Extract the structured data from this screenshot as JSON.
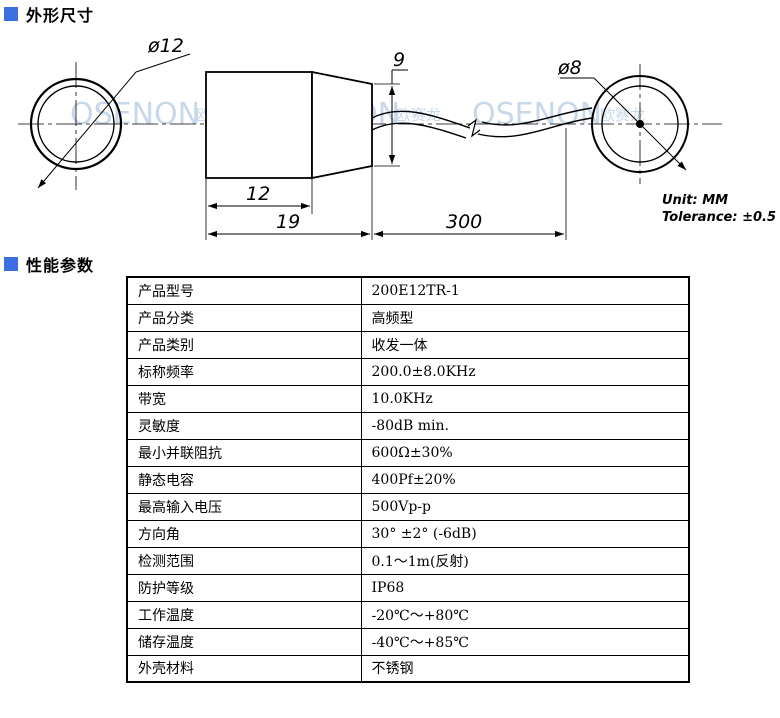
{
  "sections": {
    "dimensions_title": "外形尺寸",
    "performance_title": "性能参数"
  },
  "drawing": {
    "dia_front": "ø12",
    "dia_back": "ø8",
    "dim_9": "9",
    "dim_12": "12",
    "dim_19": "19",
    "dim_300": "300",
    "unit_note": "Unit: MM",
    "tolerance_note": "Tolerance: ±0.5",
    "watermark_brand": "OSENON",
    "watermark_cn": "欧赛龙"
  },
  "specs": [
    {
      "label": "产品型号",
      "value": "200E12TR-1"
    },
    {
      "label": "产品分类",
      "value": "高频型"
    },
    {
      "label": "产品类别",
      "value": "收发一体"
    },
    {
      "label": "标称频率",
      "value": "200.0±8.0KHz"
    },
    {
      "label": "带宽",
      "value": "10.0KHz"
    },
    {
      "label": "灵敏度",
      "value": "-80dB min."
    },
    {
      "label": "最小并联阻抗",
      "value": "600Ω±30%"
    },
    {
      "label": "静态电容",
      "value": "400Pf±20%"
    },
    {
      "label": "最高输入电压",
      "value": "500Vp-p"
    },
    {
      "label": "方向角",
      "value": "30° ±2° (-6dB)"
    },
    {
      "label": "检测范围",
      "value": "0.1～1m(反射)"
    },
    {
      "label": "防护等级",
      "value": "IP68"
    },
    {
      "label": "工作温度",
      "value": "-20℃～+80℃"
    },
    {
      "label": "储存温度",
      "value": "-40℃～+85℃"
    },
    {
      "label": "外壳材料",
      "value": "不锈钢"
    }
  ]
}
